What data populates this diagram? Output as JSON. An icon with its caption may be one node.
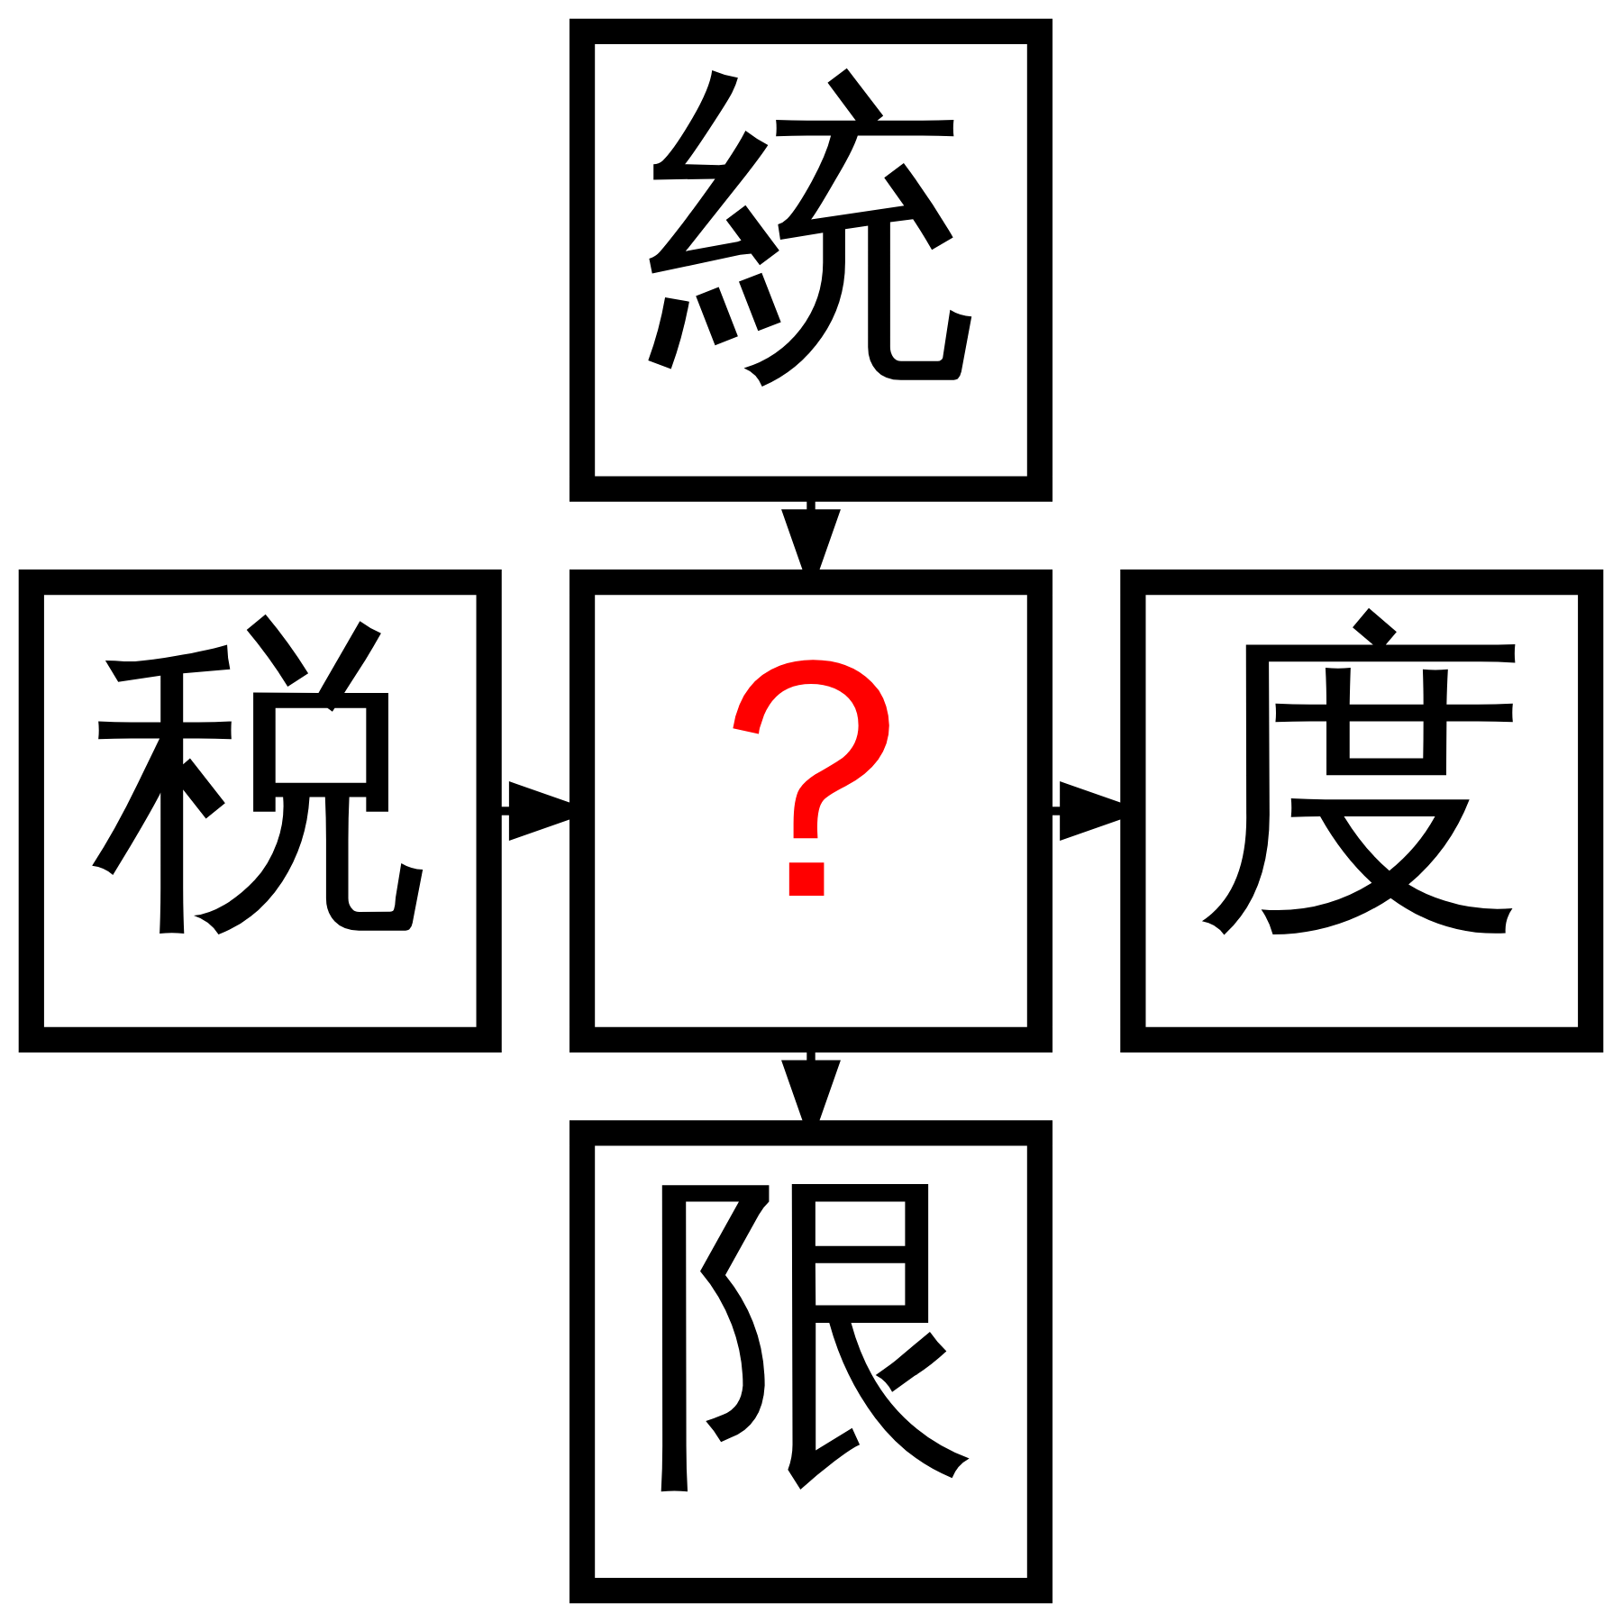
{
  "diagram": {
    "nodes": [
      {
        "text": [
          "統"
        ]
      },
      {
        "text": [
          "税"
        ]
      },
      {
        "text": [
          "？"
        ]
      },
      {
        "text": [
          "度"
        ]
      },
      {
        "text": [
          "限"
        ]
      }
    ],
    "edges": [
      {
        "from": 0,
        "to": 2,
        "arrow": "to"
      },
      {
        "from": 1,
        "to": 2,
        "arrow": "to"
      },
      {
        "from": 2,
        "to": 3,
        "arrow": "to"
      },
      {
        "from": 2,
        "to": 4,
        "arrow": "to"
      }
    ]
  }
}
